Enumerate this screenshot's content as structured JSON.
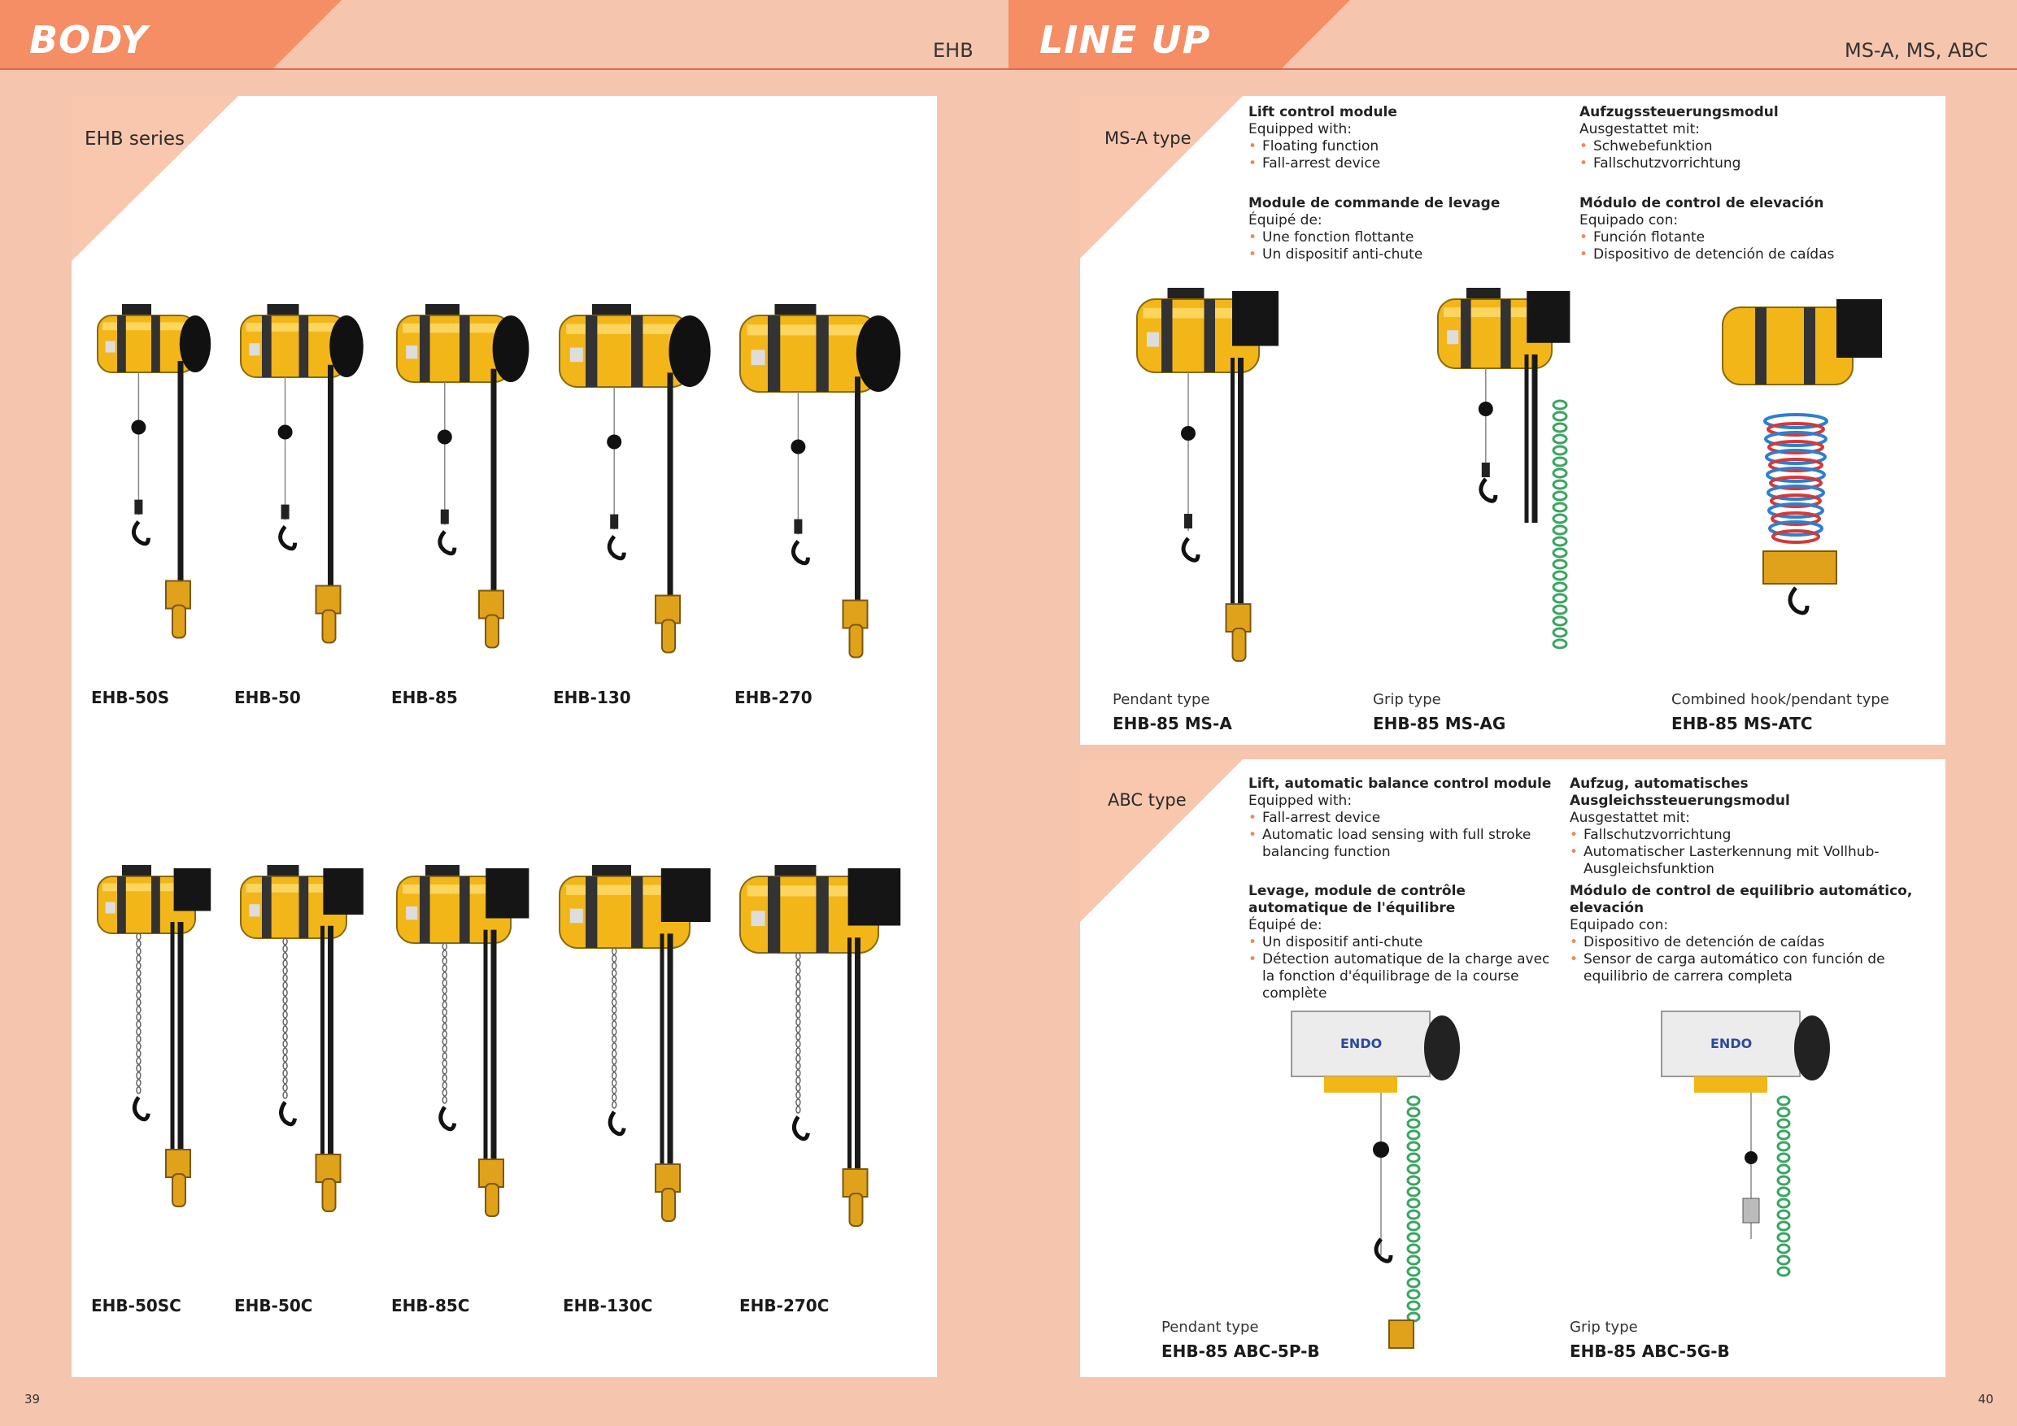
{
  "header_left": {
    "title": "BODY",
    "code": "EHB"
  },
  "header_right": {
    "title": "LINE UP",
    "code": "MS-A, MS, ABC"
  },
  "ehb": {
    "series_label": "EHB series",
    "row1": [
      "EHB-50S",
      "EHB-50",
      "EHB-85",
      "EHB-130",
      "EHB-270"
    ],
    "row2": [
      "EHB-50SC",
      "EHB-50C",
      "EHB-85C",
      "EHB-130C",
      "EHB-270C"
    ]
  },
  "msa": {
    "label": "MS-A type",
    "en": {
      "title": "Lift control module",
      "intro": "Equipped with:",
      "items": [
        "Floating function",
        "Fall-arrest device"
      ]
    },
    "de": {
      "title": "Aufzugssteuerungsmodul",
      "intro": "Ausgestattet mit:",
      "items": [
        "Schwebefunktion",
        "Fallschutzvorrichtung"
      ]
    },
    "fr": {
      "title": "Module de commande de levage",
      "intro": "Équipé de:",
      "items": [
        "Une fonction flottante",
        "Un dispositif anti-chute"
      ]
    },
    "es": {
      "title": "Módulo de control de elevación",
      "intro": "Equipado con:",
      "items": [
        "Función flotante",
        "Dispositivo de detención de caídas"
      ]
    },
    "products": [
      {
        "type": "Pendant type",
        "model": "EHB-85 MS-A"
      },
      {
        "type": "Grip type",
        "model": "EHB-85 MS-AG"
      },
      {
        "type": "Combined hook/pendant type",
        "model": "EHB-85 MS-ATC"
      }
    ]
  },
  "abc": {
    "label": "ABC type",
    "en": {
      "title": "Lift, automatic balance control module",
      "intro": "Equipped with:",
      "items": [
        "Fall-arrest device",
        "Automatic load sensing with full stroke balancing function"
      ]
    },
    "de": {
      "title": "Aufzug, automatisches Ausgleichssteuerungsmodul",
      "intro": "Ausgestattet mit:",
      "items": [
        "Fallschutzvorrichtung",
        "Automatischer Lasterkennung mit Vollhub-Ausgleichsfunktion"
      ]
    },
    "fr": {
      "title": "Levage, module de contrôle automatique de l'équilibre",
      "intro": "Équipé de:",
      "items": [
        "Un dispositif anti-chute",
        "Détection automatique de la charge avec la fonction d'équilibrage de la course complète"
      ]
    },
    "es": {
      "title": "Módulo de control de equilibrio automático, elevación",
      "intro": "Equipado con:",
      "items": [
        "Dispositivo de detención de caídas",
        "Sensor de carga automático con función de equilibrio de carrera completa"
      ]
    },
    "products": [
      {
        "type": "Pendant type",
        "model": "EHB-85 ABC-5P-B"
      },
      {
        "type": "Grip type",
        "model": "EHB-85 ABC-5G-B"
      }
    ],
    "brand": "ENDO"
  },
  "pages": {
    "left": "39",
    "right": "40"
  },
  "colors": {
    "background": "#f5c5ad",
    "accent": "#f58d65",
    "balancer_yellow": "#f2b619",
    "coil_green": "#3aa561"
  }
}
